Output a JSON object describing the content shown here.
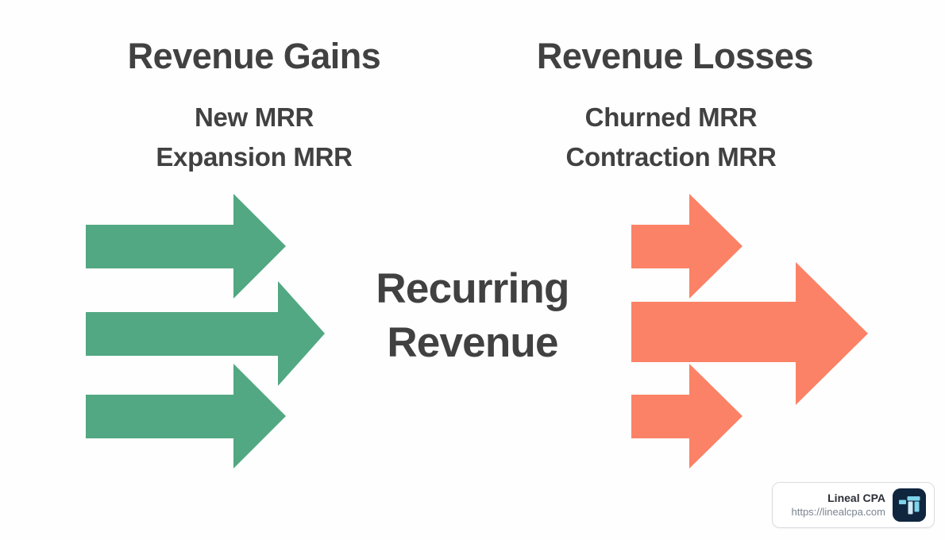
{
  "diagram": {
    "title_left": "Revenue Gains",
    "title_right": "Revenue Losses",
    "center_line_1": "Recurring",
    "center_line_2": "Revenue",
    "gains": {
      "heading": "Revenue Gains",
      "items": [
        "New MRR",
        "Expansion MRR"
      ],
      "arrow_color": "#52a882",
      "arrow_count": 3,
      "arrow_direction": "right"
    },
    "losses": {
      "heading": "Revenue Losses",
      "items": [
        "Churned MRR",
        "Contraction MRR"
      ],
      "arrow_color": "#fb8266",
      "arrow_count": 3,
      "arrow_direction": "right"
    },
    "colors": {
      "background": "#fefefe",
      "text": "#414141",
      "green": "#52a882",
      "orange": "#fb8266",
      "badge_border": "#d9dce1",
      "badge_name": "#2b2f36",
      "badge_url": "#7b8490",
      "logo_background": "#10263f",
      "logo_mark_light": "#7fd4ea",
      "logo_mark_pale": "#cfe9f5"
    }
  },
  "badge": {
    "name": "Lineal CPA",
    "url": "https://linealcpa.com",
    "logo_name": "lineal-cpa-logo-icon"
  }
}
